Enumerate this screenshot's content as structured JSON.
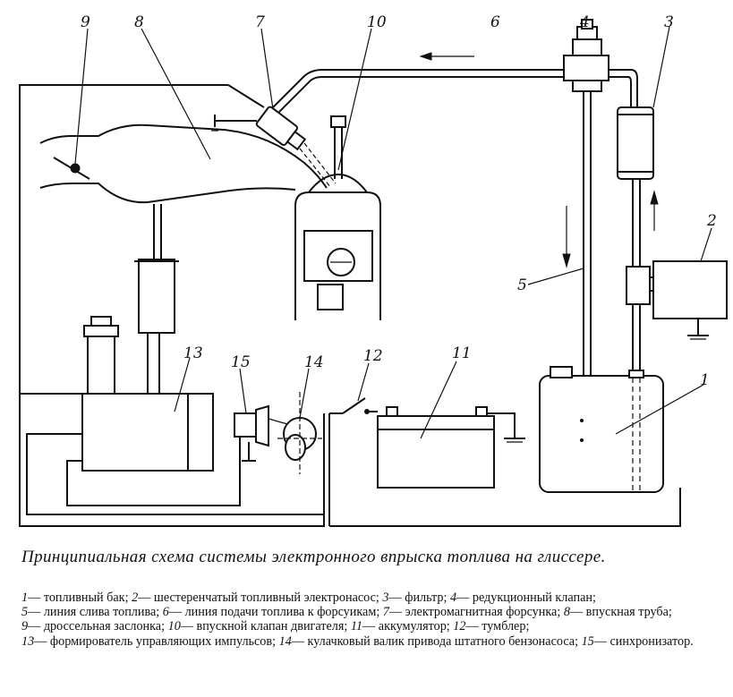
{
  "labels": {
    "n1": "1",
    "n2": "2",
    "n3": "3",
    "n4": "4",
    "n5": "5",
    "n6": "6",
    "n7": "7",
    "n8": "8",
    "n9": "9",
    "n10": "10",
    "n11": "11",
    "n12": "12",
    "n13": "13",
    "n14": "14",
    "n15": "15"
  },
  "caption": "Принципиальная схема системы электронного впрыска топлива на глиссере.",
  "legend": [
    {
      "num": "1",
      "text": "— топливный бак;"
    },
    {
      "num": "2",
      "text": "— шестеренчатый топливный электронасос;"
    },
    {
      "num": "3",
      "text": "— фильтр;"
    },
    {
      "num": "4",
      "text": "— редукционный клапан;"
    },
    {
      "num": "5",
      "text": "— линия слива топлива;"
    },
    {
      "num": "6",
      "text": "— линия подачи топлива к форсуикам;"
    },
    {
      "num": "7",
      "text": "— электромагнитная форсунка;"
    },
    {
      "num": "8",
      "text": "— впускная труба;"
    },
    {
      "num": "9",
      "text": "— дроссельная заслонка;"
    },
    {
      "num": "10",
      "text": "— впускной клапан двигателя;"
    },
    {
      "num": "11",
      "text": "— аккумулятор;"
    },
    {
      "num": "12",
      "text": "— тумблер;"
    },
    {
      "num": "13",
      "text": "— формирователь управляющих импульсов;"
    },
    {
      "num": "14",
      "text": "— кулачковый валик привода штатного бензонасоса;"
    },
    {
      "num": "15",
      "text": "— синхронизатор."
    }
  ]
}
